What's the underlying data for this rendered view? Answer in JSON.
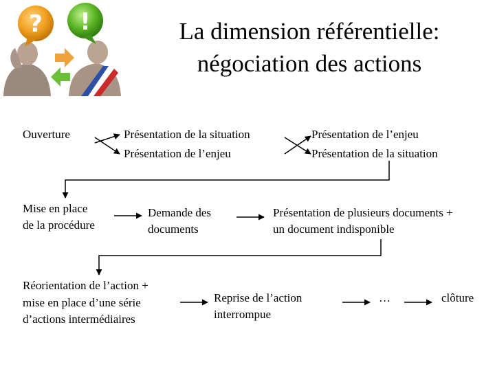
{
  "title": {
    "line1": "La dimension référentielle:",
    "line2": "négociation des actions"
  },
  "logo_icons": {
    "left": "question-bubble-icon",
    "right": "exclamation-bubble-icon"
  },
  "row1": {
    "ouverture": "Ouverture",
    "sit1": "Présentation de la situation",
    "enjeu1": "Présentation de l’enjeu",
    "enjeu2": "Présentation de l’enjeu",
    "sit2": "Présentation de la situation"
  },
  "row2": {
    "mise_line1": "Mise en place",
    "mise_line2": "de la procédure",
    "demande_line1": "Demande des",
    "demande_line2": "documents",
    "plusieurs_line1": "Présentation de plusieurs documents +",
    "plusieurs_line2": "un document indisponible"
  },
  "row3": {
    "reorient_line1": "Réorientation de l’action  +",
    "reorient_line2": "mise en place d’une série",
    "reorient_line3": "d’actions intermédiaires",
    "reprise_line1": "Reprise de l’action",
    "reprise_line2": "interrompue",
    "ellipsis": "…",
    "cloture": "clôture"
  }
}
